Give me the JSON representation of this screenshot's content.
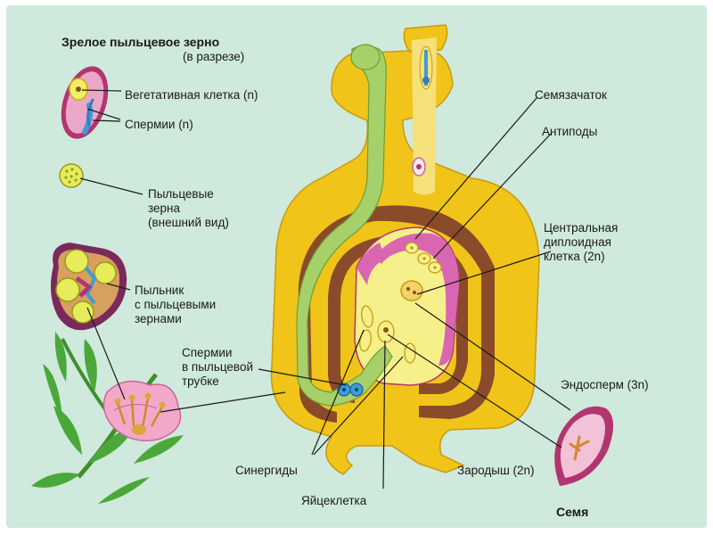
{
  "title": "Зрелое пыльцевое зерно",
  "subtitle": "(в разрезе)",
  "labels": {
    "vegetative_cell": "Вегетативная клетка (n)",
    "sperms": "Спермии (n)",
    "pollen_grains": "Пыльцевые\nзерна\n(внешний вид)",
    "anther": "Пыльник\nс пыльцевыми\nзернами",
    "sperms_in_tube": "Спермии\nв пыльцевой\nтрубке",
    "ovule": "Семязачаток",
    "antipodes": "Антиподы",
    "central_cell": "Центральная\nдиплоидная\nклетка (2n)",
    "endosperm": "Эндосперм (3n)",
    "embryo": "Зародыш (2n)",
    "synergids": "Синергиды",
    "egg_cell": "Яйцеклетка",
    "seed": "Семя"
  },
  "colors": {
    "background": "#cfe9dc",
    "ovary_yellow": "#f0c419",
    "integument_brown": "#8a4b2a",
    "pollen_tube_green": "#a6d06a",
    "embryo_sac_pink": "#d966b0",
    "pollen_pink": "#e7a6c5",
    "sperm_blue": "#3d9bd9"
  }
}
